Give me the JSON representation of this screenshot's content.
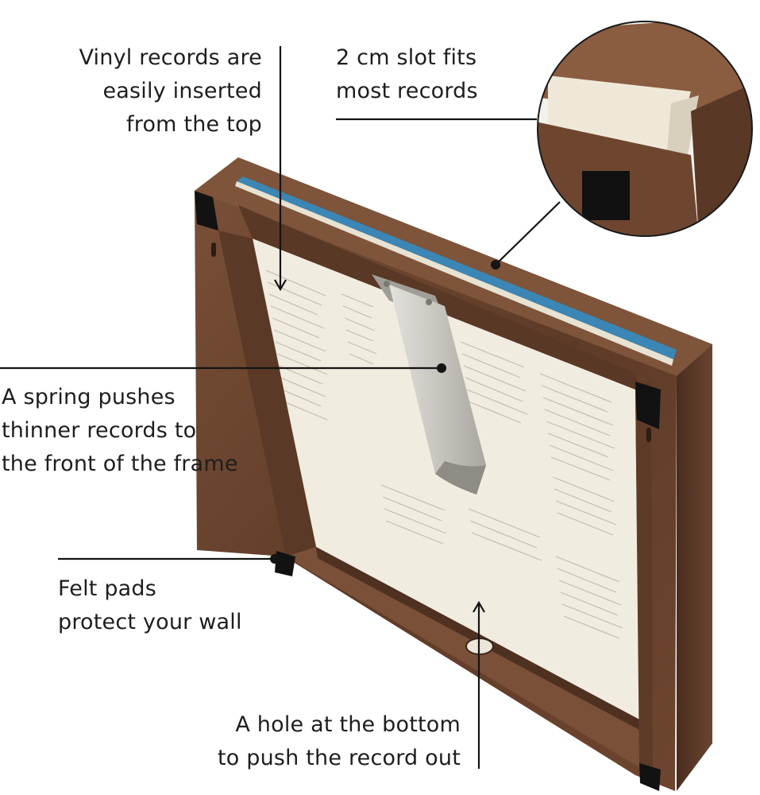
{
  "callouts": {
    "insert": {
      "lines": [
        "Vinyl records are",
        "easily inserted",
        "from the top"
      ]
    },
    "slot": {
      "lines": [
        "2 cm slot fits",
        "most records"
      ]
    },
    "spring": {
      "lines": [
        "A spring pushes",
        "thinner records to",
        "the front of the frame"
      ]
    },
    "felt": {
      "lines": [
        "Felt pads",
        "protect your wall"
      ]
    },
    "hole": {
      "lines": [
        "A hole at the bottom",
        "to push the record out"
      ]
    }
  },
  "colors": {
    "wood": "#6b4530",
    "wood_dark": "#4a2d1e",
    "wood_light": "#8a5d40",
    "record_sleeve": "#f1ece0",
    "record_edge": "#3b86b4",
    "felt": "#121212",
    "spring": "#c9c6c0",
    "text": "#1e1e1e",
    "line": "#141414"
  }
}
